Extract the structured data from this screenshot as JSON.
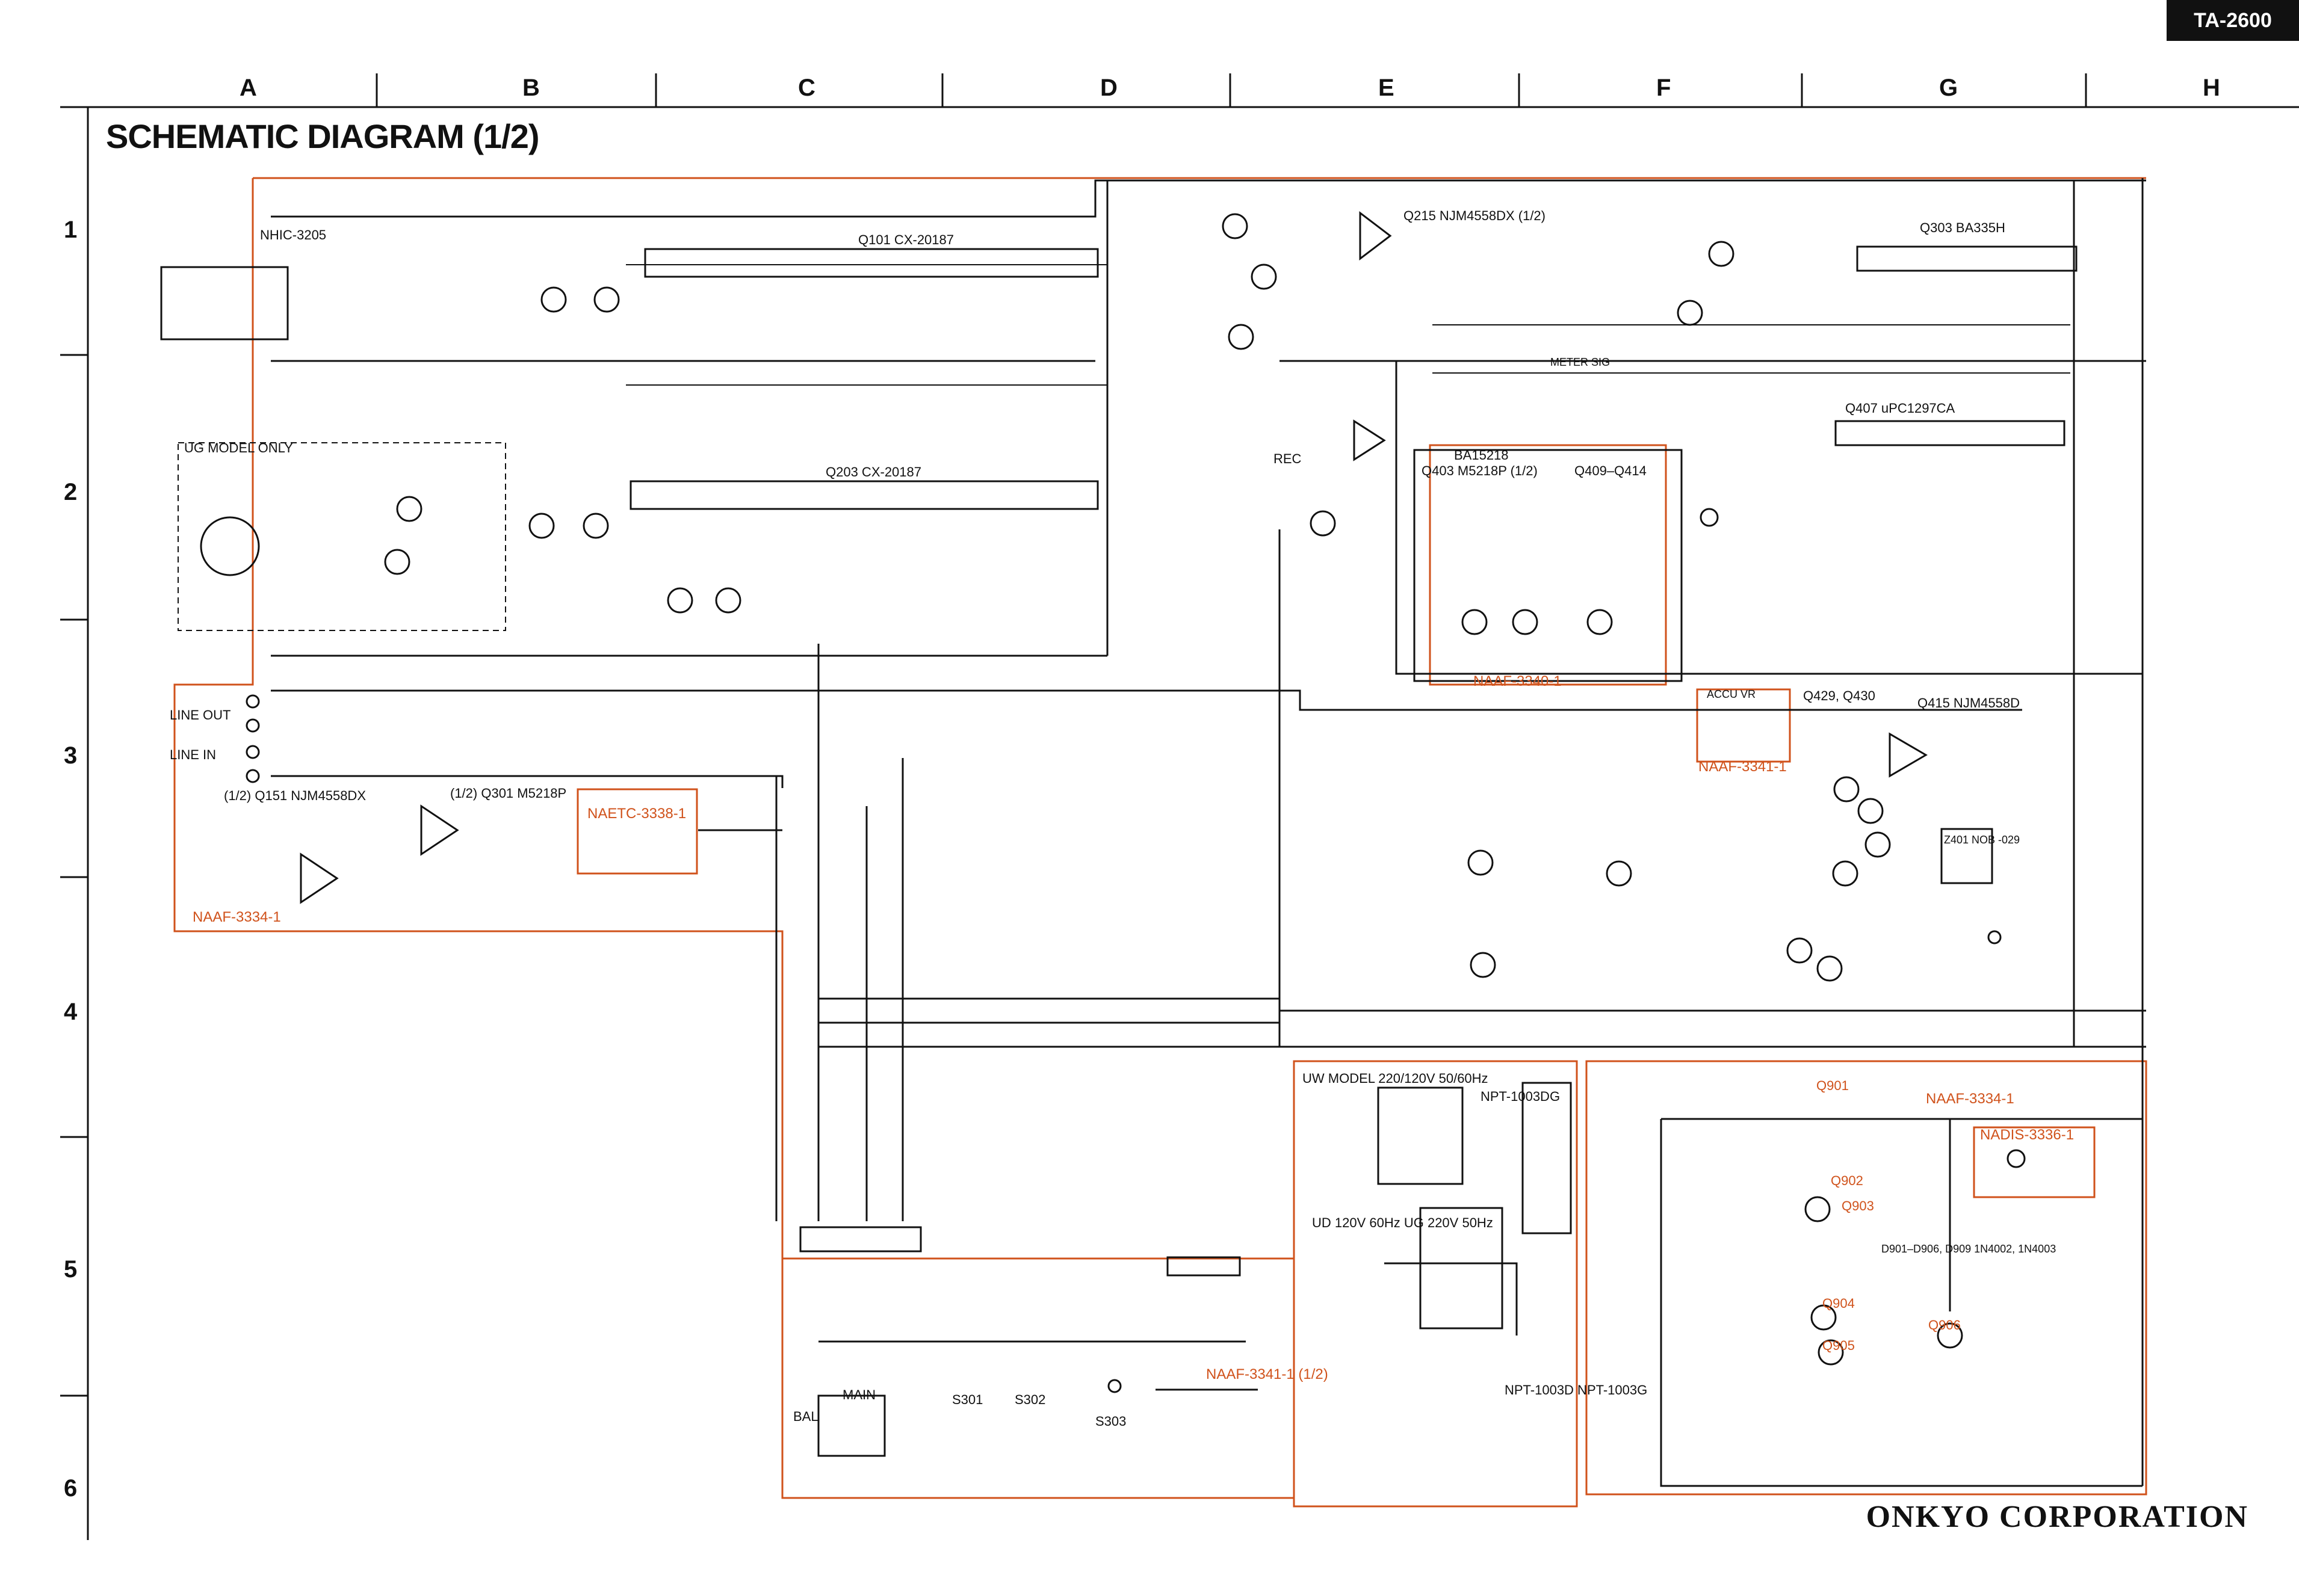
{
  "header": {
    "model": "TA-2600",
    "title": "SCHEMATIC DIAGRAM (1/2)",
    "columns": [
      "A",
      "B",
      "C",
      "D",
      "E",
      "F",
      "G",
      "H"
    ],
    "rows": [
      "1",
      "2",
      "3",
      "4",
      "5",
      "6"
    ]
  },
  "footer": {
    "brand": "ONKYO CORPORATION"
  },
  "components": {
    "ic_q101": "Q101 CX-20187",
    "ic_q203": "Q203 CX-20187",
    "ic_q215": "Q215 NJM4558DX (1/2)",
    "ic_q303": "Q303 BA335H",
    "ic_q403": "Q403 M5218P (1/2)",
    "ic_q407": "Q407 uPC1297CA",
    "ic_q415": "Q415 NJM4558D",
    "ic_q151": "(1/2) Q151 NJM4558DX",
    "ic_q301": "(1/2) Q301 M5218P",
    "head_ic": "NHIC-3205",
    "ba15218": "BA15218",
    "ug_model": "UG MODEL ONLY",
    "line_out": "LINE OUT",
    "line_in": "LINE IN",
    "rec": "REC",
    "meter_sig": "METER SIG",
    "q409_q414": "Q409–Q414",
    "q429_q430": "Q429, Q430",
    "accu_vr": "ACCU VR",
    "z401": "Z401 NOB -029",
    "transformer_a": "NPT-1003DG",
    "transformer_b": "NPT-1003D NPT-1003G",
    "uw_model": "UW MODEL 220/120V 50/60Hz",
    "ud_model": "UD 120V 60Hz UG 220V 50Hz",
    "switches": [
      "S301",
      "S302",
      "S303"
    ],
    "bal": "BAL",
    "main": "MAIN",
    "q901": "Q901",
    "q902": "Q902",
    "q903": "Q903",
    "q904": "Q904",
    "q905": "Q905",
    "q906": "Q906",
    "d901": "D901–D906, D909 1N4002, 1N4003"
  },
  "boards": {
    "naaf_3334": "NAAF-3334-1",
    "naaf_3340": "NAAF-3340-1",
    "naaf_3341": "NAAF-3341-1",
    "naaf_3341_half": "NAAF-3341-1 (1/2)",
    "naetc_3338": "NAETC-3338-1",
    "nadis_3336": "NADIS-3336-1",
    "naaf_3334_psu": "NAAF-3334-1"
  },
  "colors": {
    "ink": "#111111",
    "board_outline": "#d0521b",
    "background": "#ffffff"
  }
}
